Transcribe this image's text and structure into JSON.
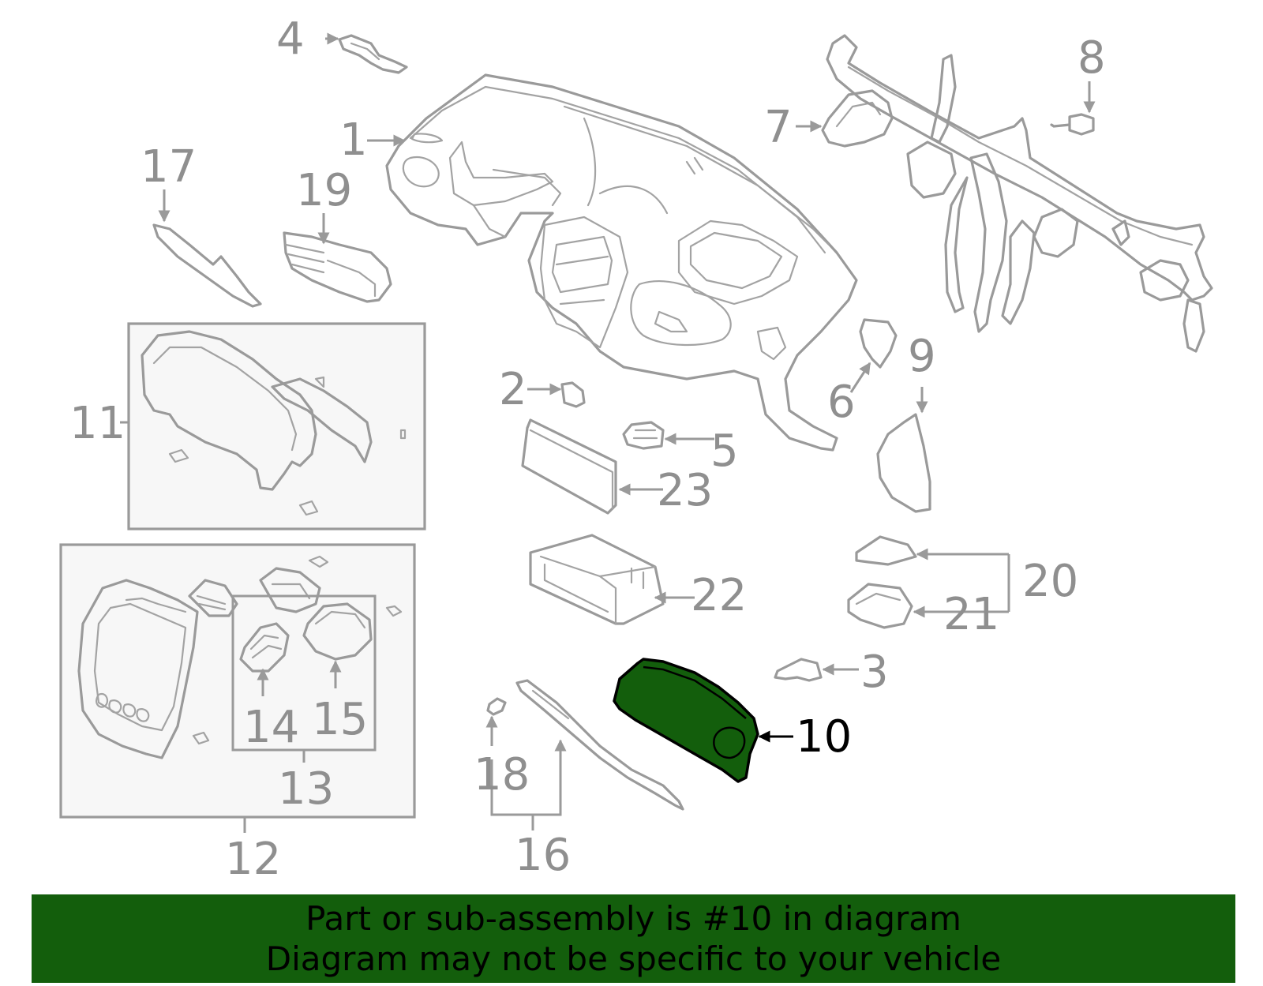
{
  "highlight_color": "#135e0c",
  "banner": {
    "line1": "Part or sub-assembly is #10 in diagram",
    "line2": "Diagram may not be specific to your vehicle"
  },
  "callouts": {
    "c1": "1",
    "c2": "2",
    "c3": "3",
    "c4": "4",
    "c5": "5",
    "c6": "6",
    "c7": "7",
    "c8": "8",
    "c9": "9",
    "c10": "10",
    "c11": "11",
    "c12": "12",
    "c13": "13",
    "c14": "14",
    "c15": "15",
    "c16": "16",
    "c17": "17",
    "c18": "18",
    "c19": "19",
    "c20": "20",
    "c21": "21",
    "c22": "22",
    "c23": "23"
  },
  "highlighted_part": "10"
}
